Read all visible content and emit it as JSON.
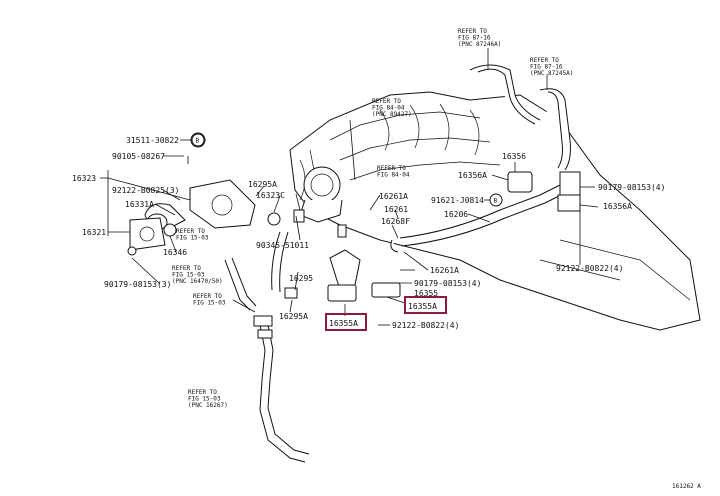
{
  "labels": {
    "ref_top1": "REFER TO\nFIG 87-16\n(PNC 87246A)",
    "ref_top2": "REFER TO\nFIG 87-16\n(PNC 87245A)",
    "ref_mid": "REFER TO\nFIG 84-04\n(PNC 89427)",
    "ref_mid2": "REFER TO\nFIG 84-04",
    "ref_left1": "REFER TO\nFIG 15-03",
    "ref_left2": "REFER TO\nFIG 15-03\n(PNC 16470/50)",
    "ref_left3": "REFER TO\nFIG 15-03",
    "ref_bottom": "REFER TO\nFIG 15-03\n(PNC 16267)",
    "p31511": "31511-30822",
    "p90105": "90105-08267",
    "p16323": "16323",
    "p92122a": "92122-B0825(3)",
    "p16331a": "16331A",
    "p16321": "16321",
    "p16346": "16346",
    "p90179a": "90179-08153(3)",
    "p16295a_1": "16295A",
    "p16323c": "16323C",
    "p90345": "90345-51011",
    "p16295": "16295",
    "p16295a_2": "16295A",
    "p16261a_1": "16261A",
    "p16261": "16261",
    "p16268f": "16268F",
    "p16261a_2": "16261A",
    "p90179b": "90179-08153(4)",
    "p16355": "16355",
    "p16355a_left": "16355A",
    "p16355a_right": "16355A",
    "p92122c": "92122-B0822(4)",
    "p16356": "16356",
    "p16356a_1": "16356A",
    "p91621": "91621-J0814",
    "p16206": "16206",
    "p90179c": "90179-08153(4)",
    "p16356a_2": "16356A",
    "p92122d": "92122-B0822(4)",
    "fig_code": "161262 A",
    "callout_letter": "B"
  },
  "colors": {
    "highlight": "#8e1b3c",
    "ink": "#111111"
  }
}
